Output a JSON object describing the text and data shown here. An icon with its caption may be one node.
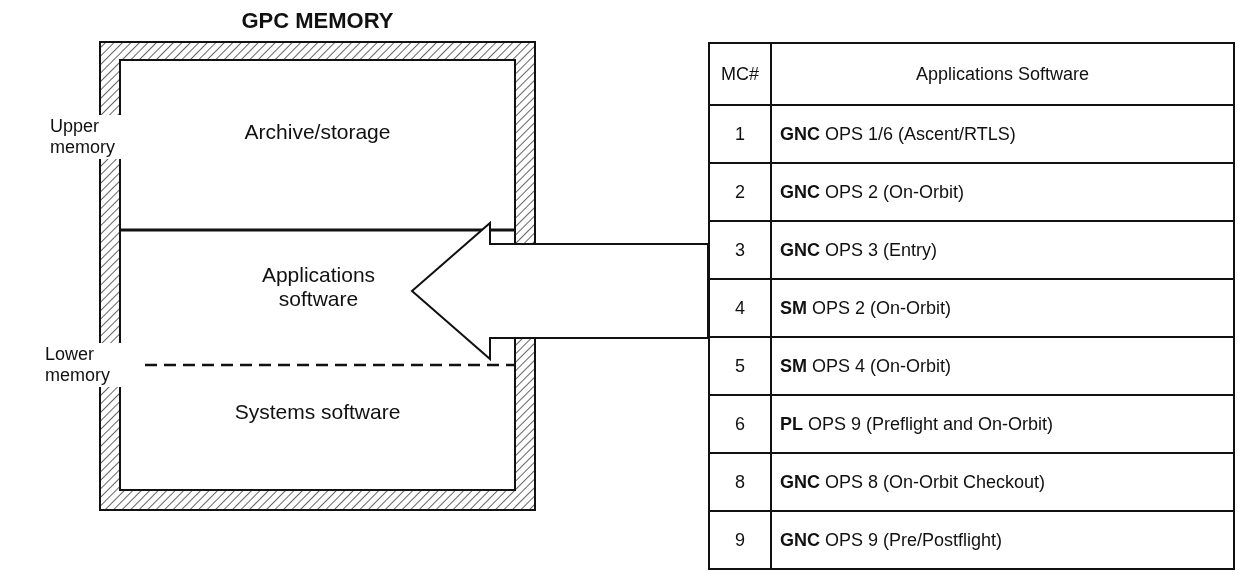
{
  "diagram": {
    "nodes": [
      {
        "text": [
          "GPC MEMORY"
        ]
      },
      {
        "text": [
          "Archive/storage"
        ],
        "in": 0
      },
      {
        "text": [
          "Applications software"
        ],
        "in": 0
      },
      {
        "text": [
          "Systems software"
        ],
        "in": 0
      },
      {
        "text": [
          "MC#",
          "Applications Software",
          "1",
          "**GNC** OPS 1/6 (Ascent/RTLS)",
          "2",
          "**GNC** OPS 2 (On-Orbit)",
          "3",
          "**GNC** OPS 3 (Entry)",
          "4",
          "**SM** OPS 2 (On-Orbit)",
          "5",
          "**SM** OPS 4 (On-Orbit)",
          "6",
          "**PL** OPS 9 (Preflight and On-Orbit)",
          "8",
          "**GNC** OPS 8 (On-Orbit Checkout)",
          "9",
          "**GNC** OPS 9 (Pre/Postflight)"
        ]
      }
    ],
    "edges": [
      {
        "from": 4,
        "to": 2,
        "arrow": "to"
      }
    ],
    "labels": [
      "Upper memory",
      "Lower memory"
    ]
  }
}
